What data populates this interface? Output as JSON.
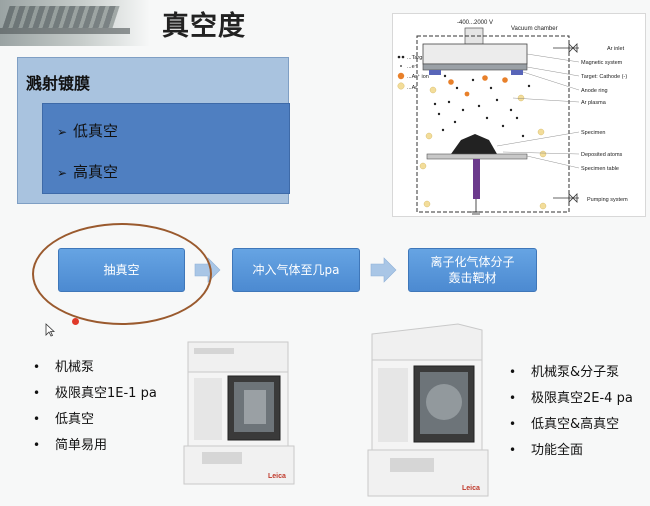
{
  "slide": {
    "title": "真空度"
  },
  "sputter_panel": {
    "heading": "溅射镀膜",
    "items": [
      "低真空",
      "高真空"
    ]
  },
  "diagram": {
    "voltage": "-400...2000 V",
    "chamber": "Vacuum chamber",
    "legend": [
      "...Target atom",
      "...e⁻",
      "...Ar⁺ ion",
      "...Ar"
    ],
    "labels": [
      "Ar inlet",
      "Magnetic system",
      "Target: Cathode (-)",
      "Anode ring",
      "Ar plasma",
      "Specimen",
      "Deposited atoms",
      "Specimen table",
      "Pumping system"
    ]
  },
  "process_flow": {
    "steps": [
      "抽真空",
      "冲入气体至几pa",
      "离子化气体分子轰击靶材"
    ]
  },
  "left_machine": {
    "features": [
      "机械泵",
      "极限真空1E-1 pa",
      "低真空",
      "简单易用"
    ]
  },
  "right_machine": {
    "features": [
      "机械泵&分子泵",
      "极限真空2E-4 pa",
      "低真空&高真空",
      "功能全面"
    ]
  },
  "colors": {
    "panel_outer": "#a9c3df",
    "panel_inner": "#4f7fc1",
    "flow_box": "#4c8ad1",
    "highlight_ring": "#9a5a2e",
    "ion": "#e8802a",
    "ar_atom": "#f3dd9a"
  }
}
